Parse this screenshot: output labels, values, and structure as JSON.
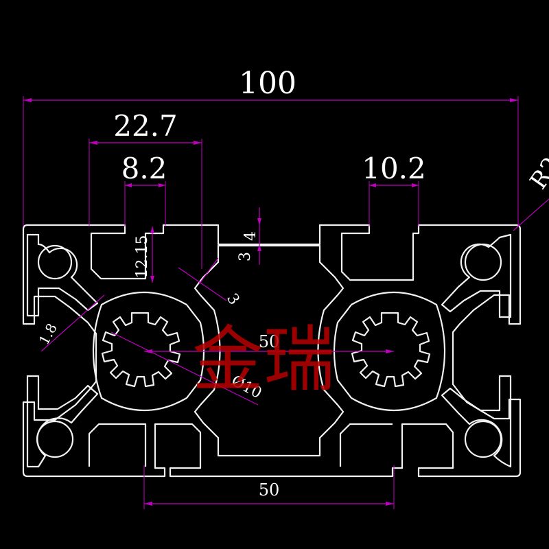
{
  "drawing": {
    "colors": {
      "background": "#000000",
      "profile_outline": "#f2f2f2",
      "dimension_lines": "#c000c0",
      "dimension_text": "#ffffff",
      "watermark": "#b80000"
    },
    "dimensions": {
      "overall_width": "100",
      "slot_outer_width": "22.7",
      "slot_opening": "8.2",
      "slot_opening_right": "10.2",
      "corner_radius": "R2",
      "slot_depth": "12.15",
      "wall_top": "4",
      "wall_thickness": "3",
      "web_thickness": "3",
      "rib_thickness": "1.8",
      "center_distance": "50",
      "bore_diameter": "Ø10",
      "bottom_slot_distance": "50"
    },
    "watermark": "金瑞"
  }
}
